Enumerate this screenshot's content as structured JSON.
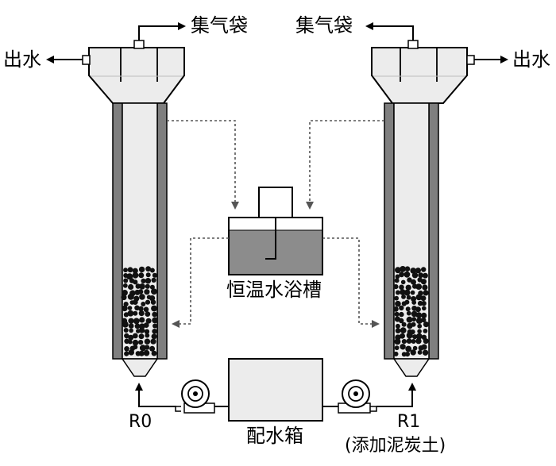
{
  "labels": {
    "gas_bag_left": "集气袋",
    "gas_bag_right": "集气袋",
    "outlet_left": "出水",
    "outlet_right": "出水",
    "water_bath": "恒温水浴槽",
    "feed_tank": "配水箱",
    "reactor_left": "R0",
    "reactor_right": "R1",
    "reactor_right_note": "(添加泥炭土)"
  },
  "colors": {
    "line": "#000000",
    "reactor_fill": "#ececec",
    "jacket": "#7f7f7f",
    "water": "#8c8c8c",
    "granule": "#111111"
  }
}
